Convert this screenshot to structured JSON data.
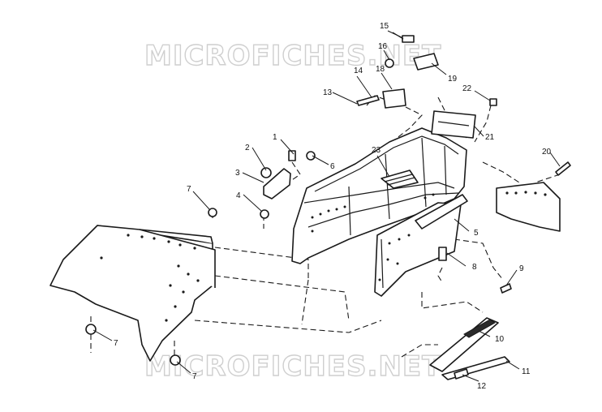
{
  "watermark": "MICROFICHES.NET",
  "callouts": [
    {
      "id": "c1",
      "label": "1"
    },
    {
      "id": "c2",
      "label": "2"
    },
    {
      "id": "c3",
      "label": "3"
    },
    {
      "id": "c4",
      "label": "4"
    },
    {
      "id": "c5",
      "label": "5"
    },
    {
      "id": "c6",
      "label": "6"
    },
    {
      "id": "c7a",
      "label": "7"
    },
    {
      "id": "c7b",
      "label": "7"
    },
    {
      "id": "c7c",
      "label": "7"
    },
    {
      "id": "c8",
      "label": "8"
    },
    {
      "id": "c9",
      "label": "9"
    },
    {
      "id": "c10",
      "label": "10"
    },
    {
      "id": "c11",
      "label": "11"
    },
    {
      "id": "c12",
      "label": "12"
    },
    {
      "id": "c13",
      "label": "13"
    },
    {
      "id": "c14",
      "label": "14"
    },
    {
      "id": "c15",
      "label": "15"
    },
    {
      "id": "c16",
      "label": "16"
    },
    {
      "id": "c18",
      "label": "18"
    },
    {
      "id": "c19",
      "label": "19"
    },
    {
      "id": "c20",
      "label": "20"
    },
    {
      "id": "c21",
      "label": "21"
    },
    {
      "id": "c22",
      "label": "22"
    },
    {
      "id": "c23",
      "label": "23"
    }
  ]
}
